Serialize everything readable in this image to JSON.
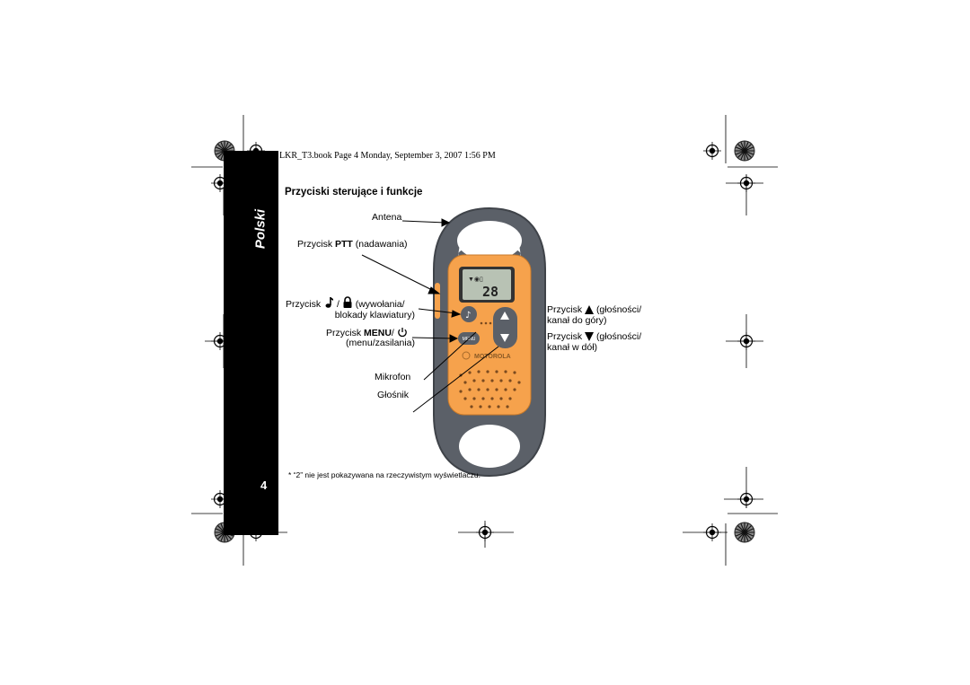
{
  "header": {
    "book_line": "LKR_T3.book  Page 4  Monday, September 3, 2007  1:56 PM"
  },
  "side_tab": {
    "language": "Polski"
  },
  "page": {
    "number": "4"
  },
  "section": {
    "title": "Przyciski sterujące i funkcje"
  },
  "callouts": {
    "antenna": "Antena",
    "ptt_prefix": "Przycisk ",
    "ptt_bold": "PTT",
    "ptt_suffix": " (nadawania)",
    "call_prefix": "Przycisk",
    "call_sep": "/",
    "call_suffix": "(wywołania/",
    "call_line2": "blokady klawiatury)",
    "menu_prefix": "Przycisk ",
    "menu_bold": "MENU",
    "menu_sep": "/",
    "menu_line2": "(menu/zasilania)",
    "mic": "Mikrofon",
    "speaker": "Głośnik",
    "up_prefix": "Przycisk",
    "up_suffix": "(głośności/",
    "up_line2": "kanał do góry)",
    "down_prefix": "Przycisk",
    "down_suffix": "(głośności/",
    "down_line2": "kanał w dół)"
  },
  "device": {
    "brand": "MOTOROLA",
    "display_value": "28",
    "menu_label": "MENU"
  },
  "footnote": "* “2” nie jest pokazywana na rzeczywistym wyświetlaczu.",
  "colors": {
    "orange": "#f5a04a",
    "gray": "#5a5f66",
    "black": "#000000"
  },
  "icons": [
    "registration-mark-icon",
    "color-wheel-icon",
    "music-note-icon",
    "padlock-icon",
    "power-icon",
    "triangle-up-icon",
    "triangle-down-icon"
  ]
}
